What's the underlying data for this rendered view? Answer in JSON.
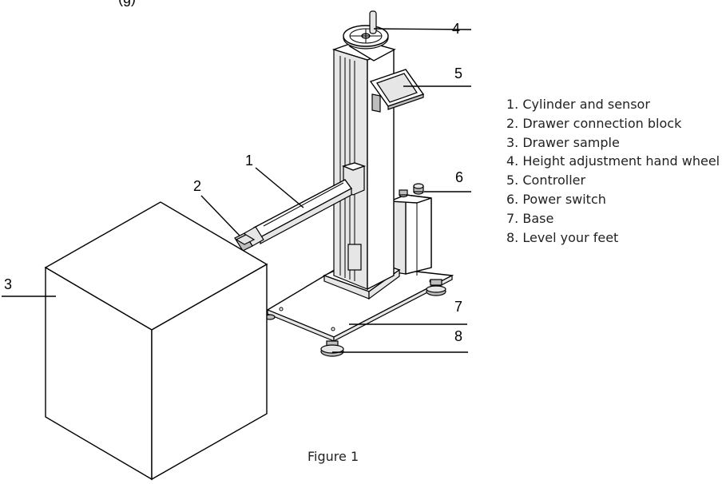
{
  "figure": {
    "caption": "Figure 1",
    "header_fragment": "(g)",
    "callouts": [
      {
        "num": "1",
        "name": "callout-1"
      },
      {
        "num": "2",
        "name": "callout-2"
      },
      {
        "num": "3",
        "name": "callout-3"
      },
      {
        "num": "4",
        "name": "callout-4"
      },
      {
        "num": "5",
        "name": "callout-5"
      },
      {
        "num": "6",
        "name": "callout-6"
      },
      {
        "num": "7",
        "name": "callout-7"
      },
      {
        "num": "8",
        "name": "callout-8"
      }
    ],
    "legend": [
      "1. Cylinder and sensor",
      "2. Drawer connection block",
      "3. Drawer sample",
      "4. Height adjustment hand wheel",
      "5. Controller",
      "6. Power switch",
      "7. Base",
      "8. Level your feet"
    ]
  }
}
